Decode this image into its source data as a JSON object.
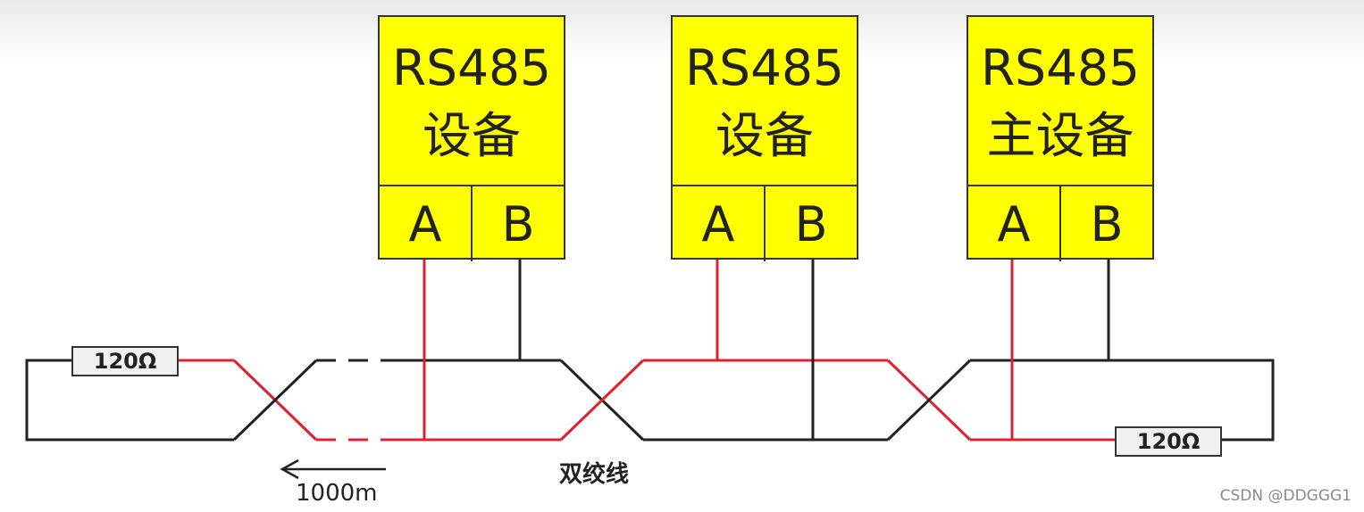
{
  "devices": [
    {
      "line1": "RS485",
      "line2": "设备",
      "term_a": "A",
      "term_b": "B"
    },
    {
      "line1": "RS485",
      "line2": "设备",
      "term_a": "A",
      "term_b": "B"
    },
    {
      "line1": "RS485",
      "line2": "主设备",
      "term_a": "A",
      "term_b": "B"
    }
  ],
  "resistors": {
    "left": "120Ω",
    "right": "120Ω"
  },
  "distance_label": "1000m",
  "cable_label": "双绞线",
  "watermark": "CSDN @DDGGG1",
  "colors": {
    "wire_a": "#e0202e",
    "wire_b": "#222222",
    "device_fill": "#ffff00"
  }
}
